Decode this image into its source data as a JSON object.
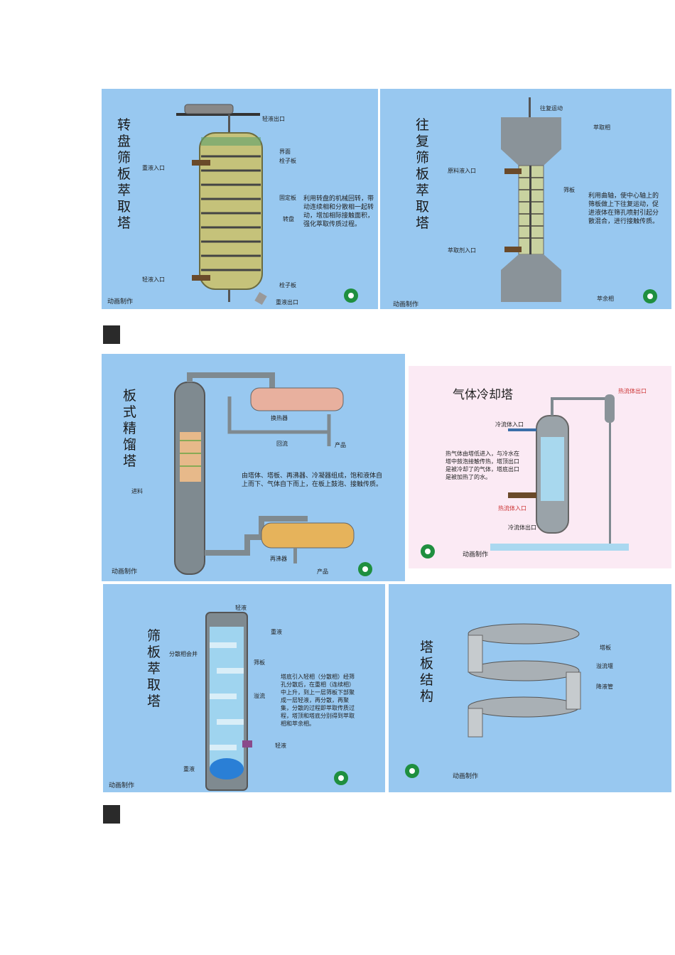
{
  "panels": {
    "p1": {
      "title": "转盘筛板萃取塔",
      "labels": [
        "轻液出口",
        "界面",
        "栓子板",
        "重液入口",
        "固定板",
        "转盘",
        "轻液入口",
        "栓子板",
        "重液出口"
      ],
      "description": "利用转盘的机械回转，带动连续相和分散相一起转动，增加相际接触面积，强化萃取传质过程。",
      "credit": "动画制作"
    },
    "p2": {
      "title": "往复筛板萃取塔",
      "labels": [
        "往复运动",
        "萃取相",
        "原料液入口",
        "筛板",
        "萃取剂入口",
        "萃余相"
      ],
      "description": "利用曲轴，使中心轴上的筛板做上下往复运动，促进液体在筛孔喷射引起分散混合，进行接触传质。",
      "credit": "动画制作"
    },
    "p3": {
      "title": "板式精馏塔",
      "labels": [
        "换热器",
        "回流",
        "产品",
        "进料",
        "再沸器",
        "产品"
      ],
      "description": "由塔体、塔板、再沸器、冷凝器组成，饱和液体自上而下、气体自下而上，在板上鼓泡、接触传质。",
      "credit": "动画制作"
    },
    "p4": {
      "title": "气体冷却塔",
      "labels": [
        "热流体出口",
        "冷流体入口",
        "热流体入口",
        "冷流体出口"
      ],
      "description": "热气体由塔低进入，与冷水在塔中鼓泡接触传热，塔顶出口是被冷却了的气体，塔底出口是被加热了的水。",
      "credit": "动画制作"
    },
    "p5": {
      "title": "筛板萃取塔",
      "labels": [
        "轻液",
        "重液",
        "分散相会并",
        "筛板",
        "溢流",
        "轻液",
        "重液"
      ],
      "description": "塔底引入轻相（分散相）经筛孔分散后，在重相（连续相）中上升，到上一层筛板下部聚成一层轻液，再分散，再聚集，分散的过程即萃取传质过程，塔顶和塔底分别得到萃取相和萃余相。",
      "credit": "动画制作"
    },
    "p6": {
      "title": "塔板结构",
      "labels": [
        "塔板",
        "溢流堰",
        "降液管"
      ],
      "credit": "动画制作"
    }
  },
  "colors": {
    "panel_blue": "#98c8f0",
    "panel_pink": "#fbeaf4",
    "vessel": "#7f8a90",
    "marker": "#2a2a2a"
  }
}
